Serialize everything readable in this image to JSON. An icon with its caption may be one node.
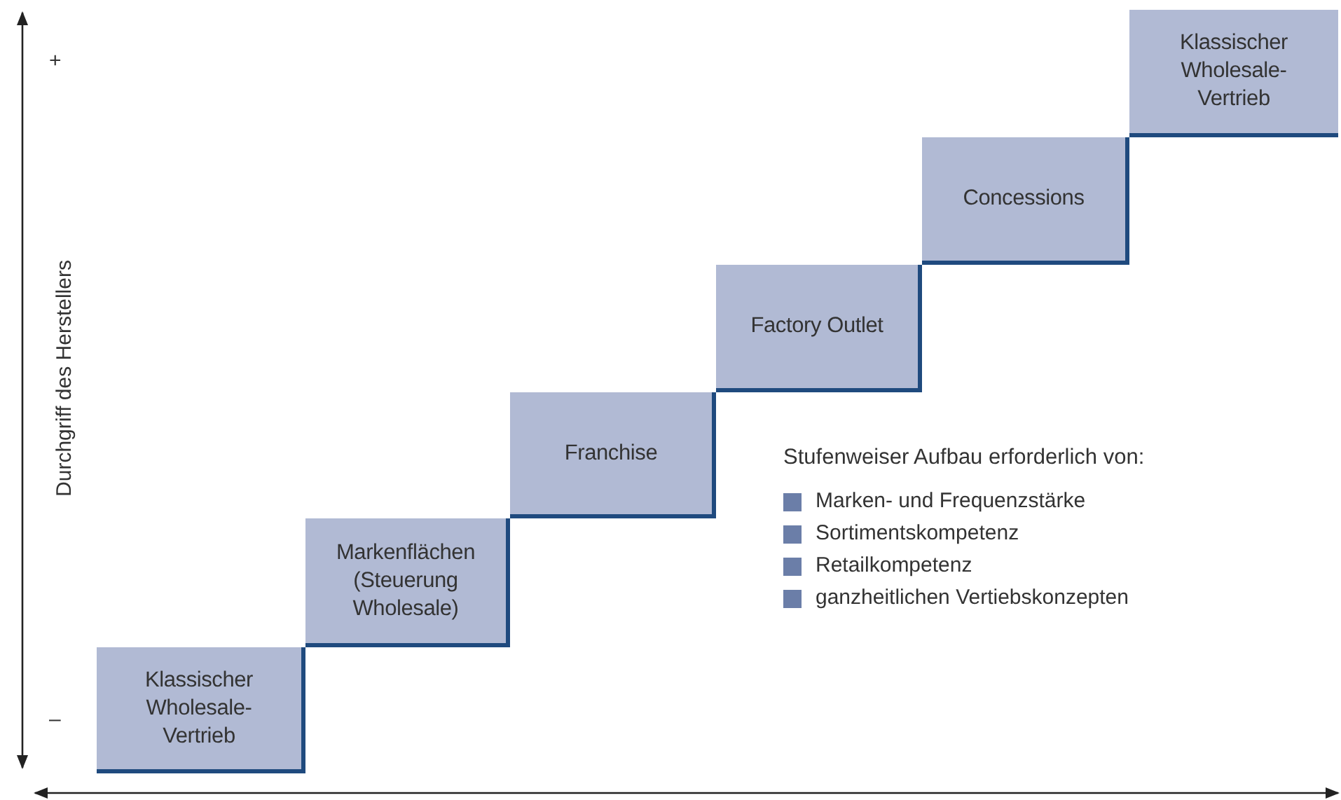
{
  "diagram": {
    "nodes": [
      {
        "text": [
          "Klassischer Wholesale-Vertrieb"
        ]
      },
      {
        "text": [
          "Markenflächen (Steuerung Wholesale)"
        ]
      },
      {
        "text": [
          "Franchise"
        ]
      },
      {
        "text": [
          "Factory Outlet"
        ]
      },
      {
        "text": [
          "Concessions"
        ]
      },
      {
        "text": [
          "Klassischer Wholesale-Vertrieb"
        ]
      }
    ],
    "labels": [
      "+",
      "–",
      "Durchgriff des Herstellers",
      "Stufenweiser Aufbau erforderlich von:",
      "Marken- und Frequenzstärke",
      "Sortimentskompetenz",
      "Retailkompetenz",
      "ganzheitlichen Vertiebskonzepten"
    ]
  }
}
